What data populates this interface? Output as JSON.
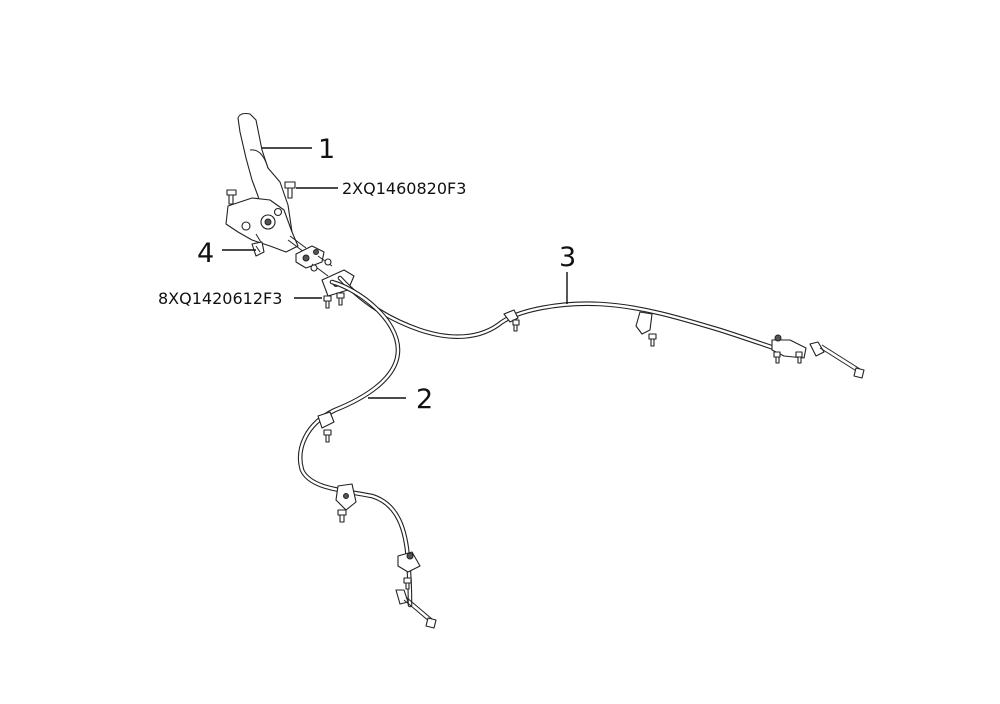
{
  "labels": {
    "part_1": "1",
    "part_2": "2",
    "part_3": "3",
    "part_4": "4",
    "bolt_upper": "2XQ1460820F3",
    "bolt_lower": "8XQ1420612F3"
  },
  "colors": {
    "line": "#222222",
    "background": "#ffffff"
  }
}
